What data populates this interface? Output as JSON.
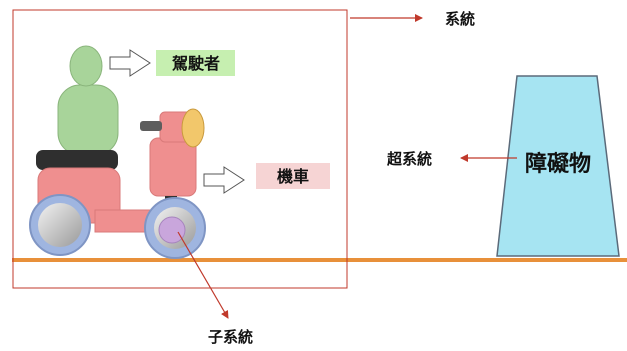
{
  "labels": {
    "system": "系統",
    "super_system": "超系統",
    "subsystem": "子系統",
    "driver": "駕駛者",
    "vehicle": "機車",
    "obstacle": "障礙物"
  },
  "colors": {
    "system_border": "#c0392b",
    "pointer_arrow": "#c0392b",
    "ground": "#e8903a",
    "driver_tag": "#c6efb0",
    "vehicle_tag": "#f6d4d4",
    "obstacle_fill": "#a6e4f2",
    "obstacle_stroke": "#5b6a7a",
    "driver_body": "#a8d49a",
    "scooter_body": "#ef8f8f",
    "headlight": "#f2c76b",
    "wheel_rim": "#9fb5e0",
    "hub_motor": "#c9a6dc"
  }
}
